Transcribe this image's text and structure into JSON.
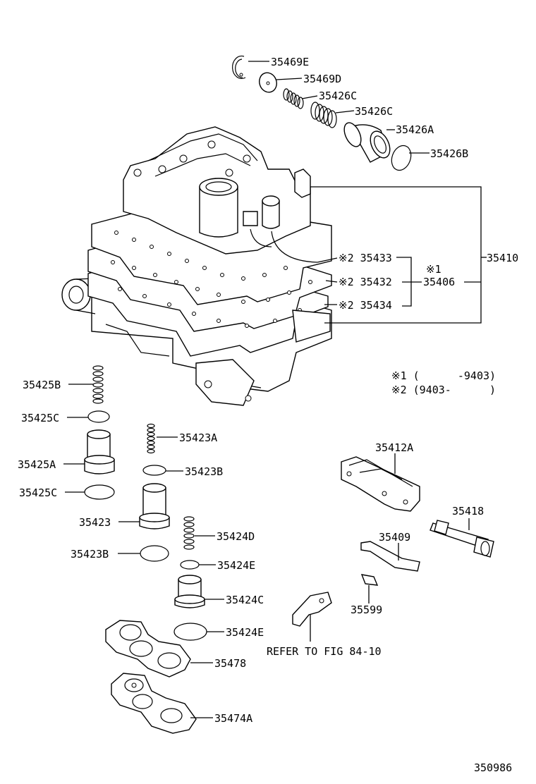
{
  "diagram_id": "350986",
  "notes": {
    "note1": "※1 (      -9403)",
    "note2": "※2 (9403-      )"
  },
  "reference": "REFER TO FIG 84-10",
  "parts": {
    "p35469E": "35469E",
    "p35469D": "35469D",
    "p35426C_1": "35426C",
    "p35426C_2": "35426C",
    "p35426A": "35426A",
    "p35426B": "35426B",
    "p35410": "35410",
    "p35433": "※2 35433",
    "p35432": "※2 35432",
    "p35434": "※2 35434",
    "p35406_mark": "※1",
    "p35406": "35406",
    "p35425B": "35425B",
    "p35425C_1": "35425C",
    "p35425A": "35425A",
    "p35425C_2": "35425C",
    "p35423A": "35423A",
    "p35423B_1": "35423B",
    "p35423": "35423",
    "p35423B_2": "35423B",
    "p35424D": "35424D",
    "p35424E_1": "35424E",
    "p35424C": "35424C",
    "p35424E_2": "35424E",
    "p35478": "35478",
    "p35474A": "35474A",
    "p35412A": "35412A",
    "p35418": "35418",
    "p35409": "35409",
    "p35599": "35599"
  }
}
